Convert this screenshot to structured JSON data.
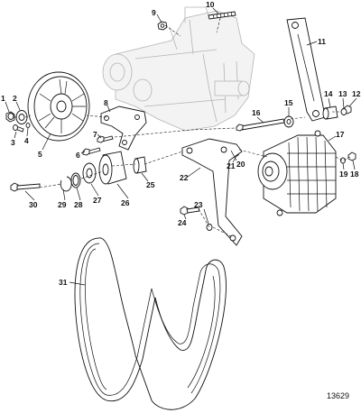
{
  "callouts": {
    "c1": "1",
    "c2": "2",
    "c3": "3",
    "c4": "4",
    "c5": "5",
    "c6": "6",
    "c7": "7",
    "c8": "8",
    "c9": "9",
    "c10": "10",
    "c11": "11",
    "c12": "12",
    "c13": "13",
    "c14": "14",
    "c15": "15",
    "c16": "16",
    "c17": "17",
    "c18": "18",
    "c19": "19",
    "c20": "20",
    "c21": "21",
    "c22": "22",
    "c23": "23",
    "c24": "24",
    "c25": "25",
    "c26": "26",
    "c27": "27",
    "c28": "28",
    "c29": "29",
    "c30": "30",
    "c31": "31"
  },
  "figure_number": "13629"
}
